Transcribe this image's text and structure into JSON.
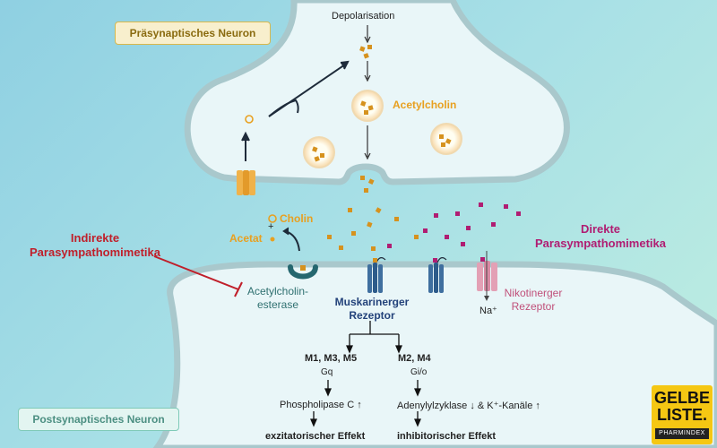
{
  "labels": {
    "presynaptic": "Präsynaptisches Neuron",
    "postsynaptic": "Postsynaptisches Neuron",
    "depolarisation": "Depolarisation",
    "acetylcholin": "Acetylcholin",
    "cholin": "Cholin",
    "acetat": "Acetat",
    "plus": "+",
    "indirect_line1": "Indirekte",
    "indirect_line2": "Parasympathomimetika",
    "direct_line1": "Direkte",
    "direct_line2": "Parasympathomimetika",
    "esterase_line1": "Acetylcholin-",
    "esterase_line2": "esterase",
    "muscarinic_line1": "Muskarinerger",
    "muscarinic_line2": "Rezeptor",
    "nicotinic_line1": "Nikotinerger",
    "nicotinic_line2": "Rezeptor",
    "na": "Na⁺"
  },
  "pathways": {
    "left": {
      "receptors": "M1, M3, M5",
      "g_protein": "Gq",
      "enzyme": "Phospholipase C ↑",
      "effect": "exzitatorischer Effekt"
    },
    "right": {
      "receptors": "M2, M4",
      "g_protein": "Gi/o",
      "enzyme": "Adenylylzyklase ↓ & K⁺-Kanäle ↑",
      "effect": "inhibitorischer Effekt"
    }
  },
  "logo": {
    "line1": "GELBE",
    "line2": "LISTE.",
    "line3": "PHARMINDEX"
  },
  "colors": {
    "acetylcholine": "#d6921e",
    "direct_agonist": "#b01d72",
    "indirect": "#c01f2a",
    "receptor_muscarinic": "#3f6f9f",
    "receptor_nicotinic": "#e3a0b5",
    "membrane": "#a9c8cc"
  }
}
